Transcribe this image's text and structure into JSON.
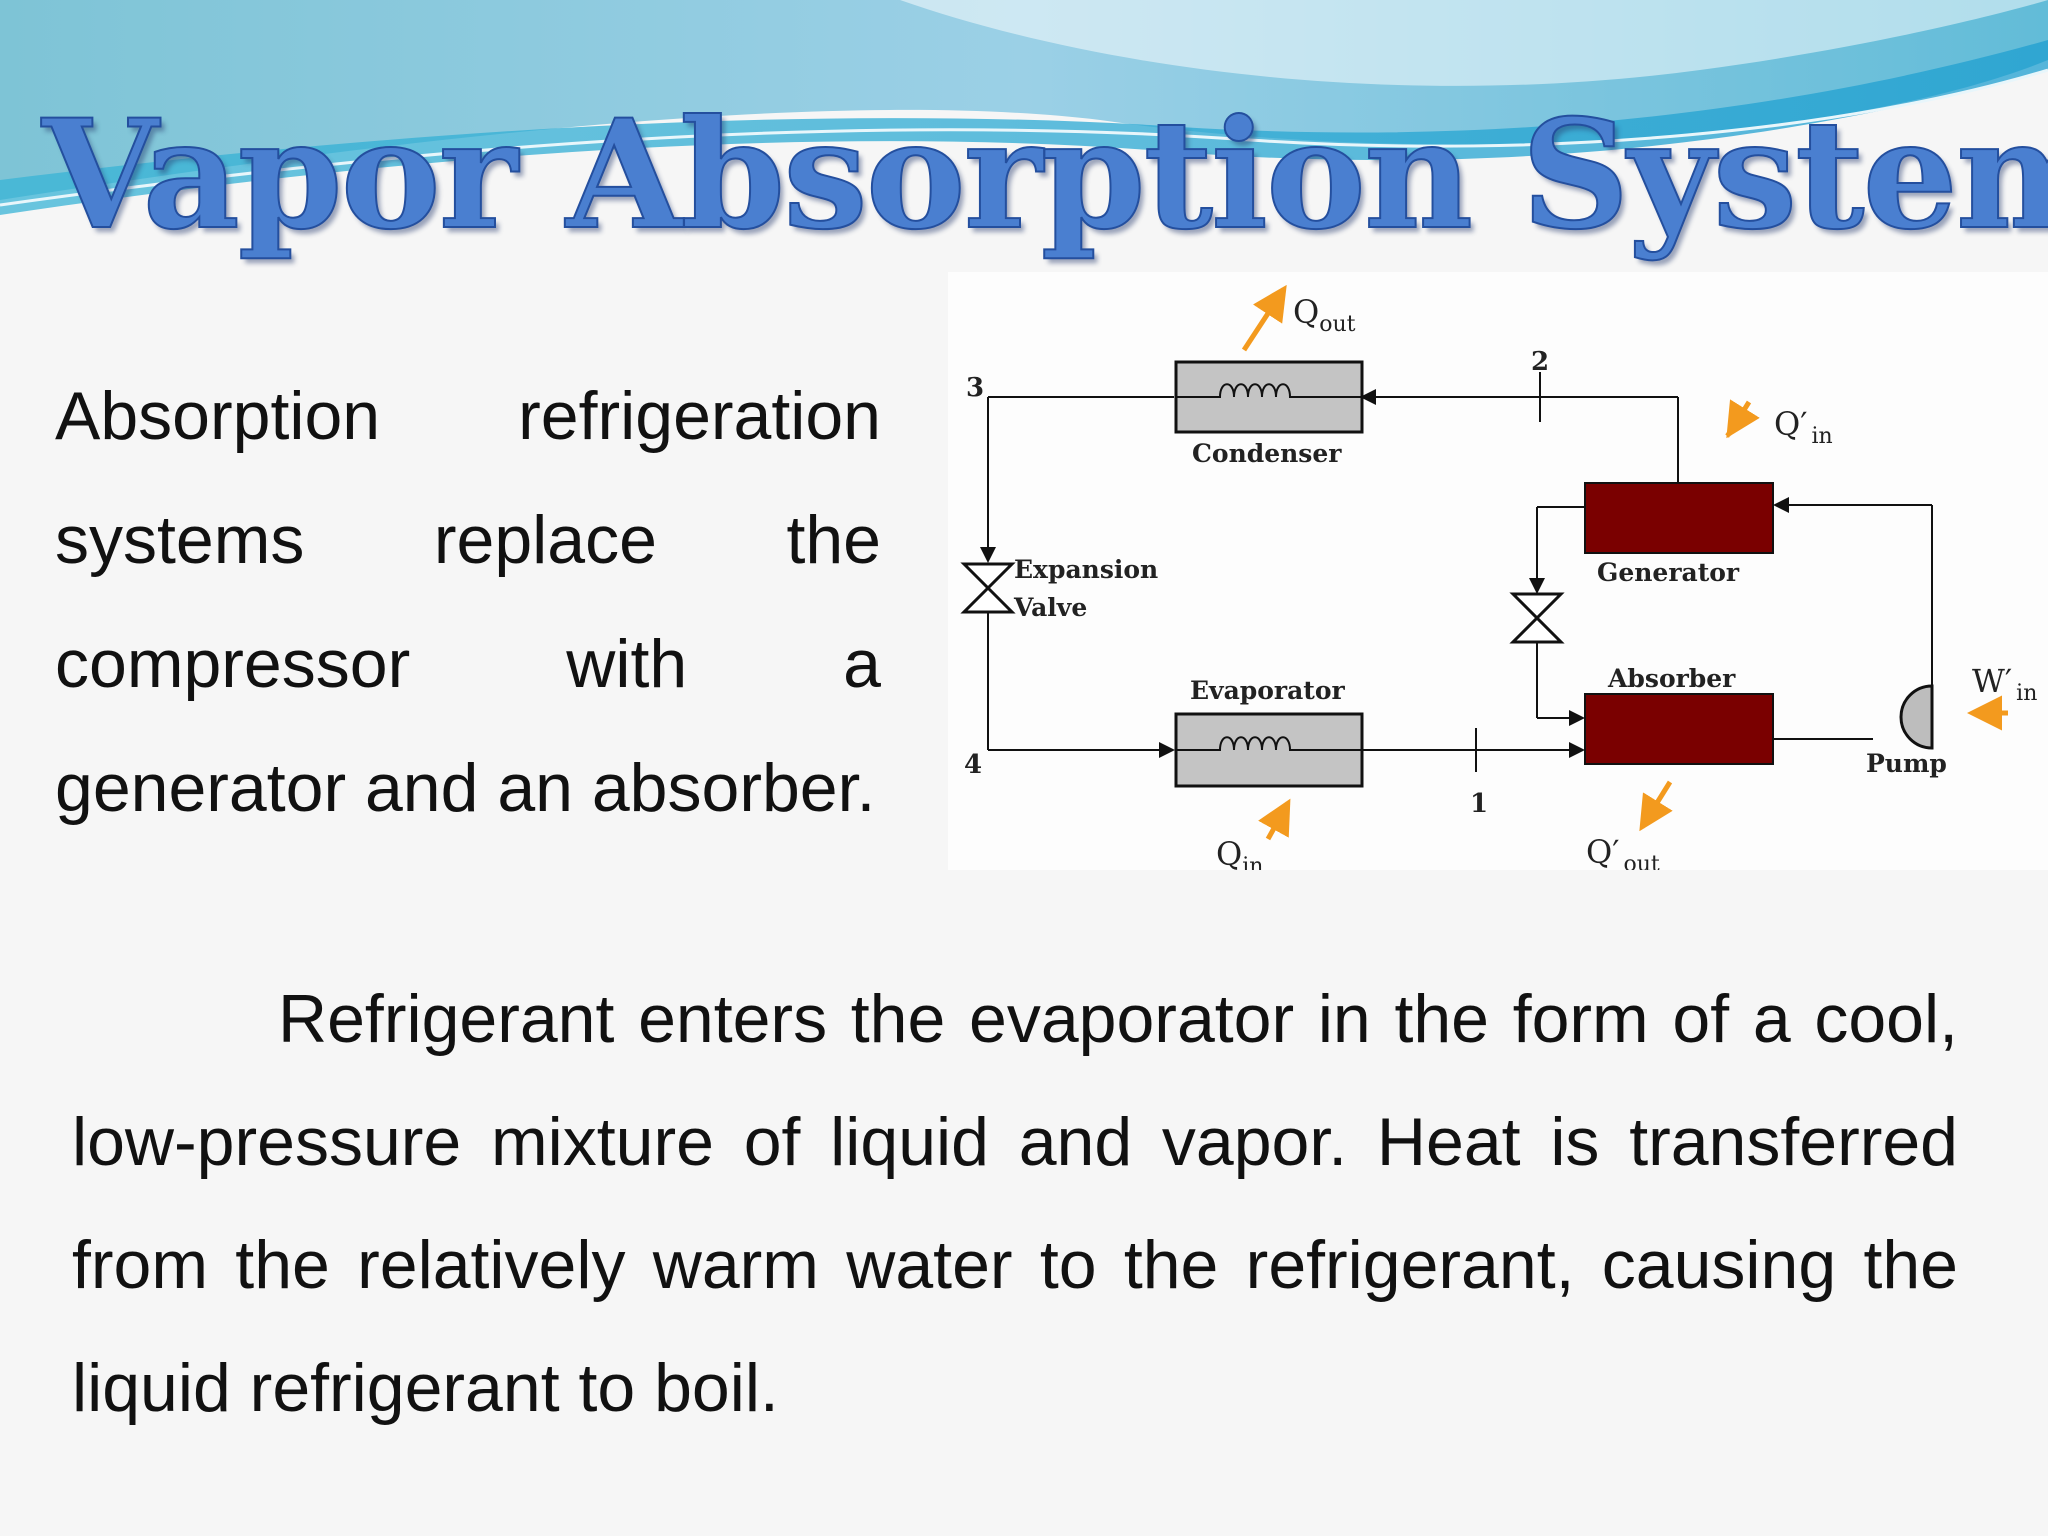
{
  "slide": {
    "title": "Vapor Absorption System",
    "paragraph_1": "Absorption refrigeration systems replace the compressor with a generator and an absorber.",
    "paragraph_2": "Refrigerant enters the evaporator in the form of a cool, low-pressure mixture of liquid and vapor. Heat is transferred from the relatively warm water to the refrigerant, causing the liquid refrigerant to boil."
  },
  "diagram": {
    "components": {
      "condenser": "Condenser",
      "evaporator": "Evaporator",
      "generator": "Generator",
      "absorber": "Absorber",
      "pump": "Pump",
      "expansion_valve_line1": "Expansion",
      "expansion_valve_line2": "Valve"
    },
    "state_points": {
      "p1": "1",
      "p2": "2",
      "p3": "3",
      "p4": "4"
    },
    "heat_flows": {
      "q": "Q",
      "q_prime": "Q′",
      "w_prime": "W′",
      "sub_out": "out",
      "sub_in": "in"
    },
    "colors": {
      "generator_absorber_fill": "#7a0000",
      "exchanger_fill": "#c4c4c4",
      "heat_arrow": "#f39a1e",
      "title_fill": "#4a7fd0"
    }
  }
}
